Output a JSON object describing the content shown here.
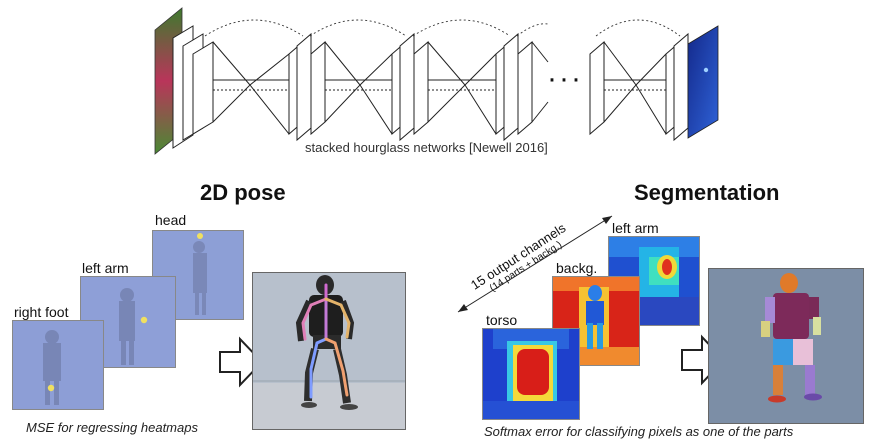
{
  "top_caption": "stacked hourglass networks [Newell 2016]",
  "ellipsis": "···",
  "pose": {
    "title": "2D pose",
    "heatmaps": [
      "head",
      "left arm",
      "right foot"
    ],
    "caption": "MSE for regressing heatmaps"
  },
  "segmentation": {
    "title": "Segmentation",
    "heatmaps": [
      "left arm",
      "backg.",
      "torso"
    ],
    "channels_main": "15 output channels",
    "channels_sub": "(14 parts + backg.)",
    "caption": "Softmax error for classifying pixels as one of the parts"
  },
  "colors": {
    "heat_bg": "#8fa0d8",
    "jet_hot": "#d7191c",
    "jet_cold": "#1e3cc8",
    "seg_bg": "#7b8fa6",
    "pose_bg": "#b9c2cf"
  }
}
